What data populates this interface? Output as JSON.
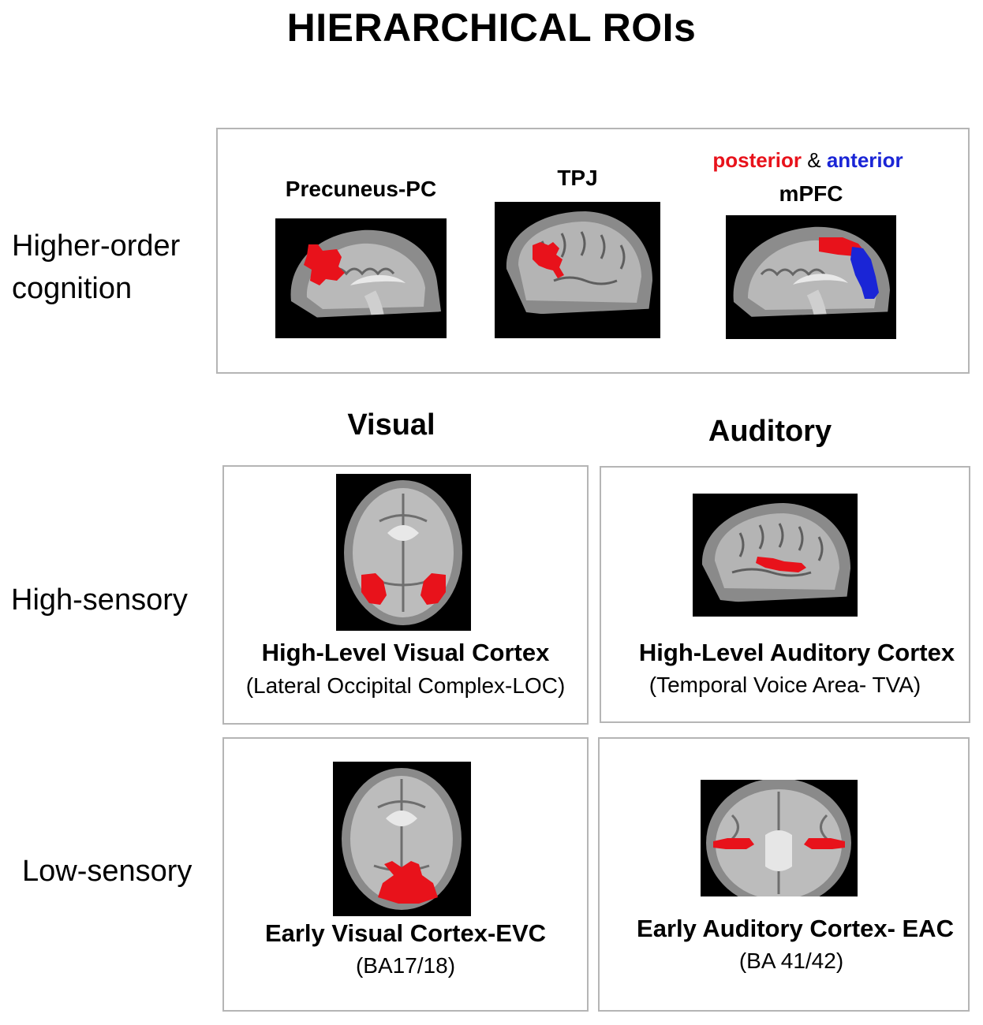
{
  "title": "HIERARCHICAL ROIs",
  "rows": {
    "higher_order": "Higher-order cognition",
    "high_sensory": "High-sensory",
    "low_sensory": "Low-sensory"
  },
  "columns": {
    "visual": "Visual",
    "auditory": "Auditory"
  },
  "higher_order_panel": {
    "precuneus": "Precuneus-PC",
    "tpj": "TPJ",
    "mpfc_posterior": "posterior",
    "mpfc_amp": "&",
    "mpfc_anterior": "anterior",
    "mpfc": "mPFC"
  },
  "high_visual": {
    "label": "High-Level Visual Cortex",
    "sublabel": "(Lateral Occipital Complex-LOC)"
  },
  "high_auditory": {
    "label": "High-Level Auditory Cortex",
    "sublabel": "(Temporal Voice Area- TVA)"
  },
  "low_visual": {
    "label": "Early Visual Cortex-EVC",
    "sublabel": "(BA17/18)"
  },
  "low_auditory": {
    "label": "Early Auditory Cortex- EAC",
    "sublabel": "(BA 41/42)"
  },
  "colors": {
    "roi_red": "#e8121b",
    "roi_blue": "#1a25d6",
    "panel_border": "#b5b5b5"
  }
}
